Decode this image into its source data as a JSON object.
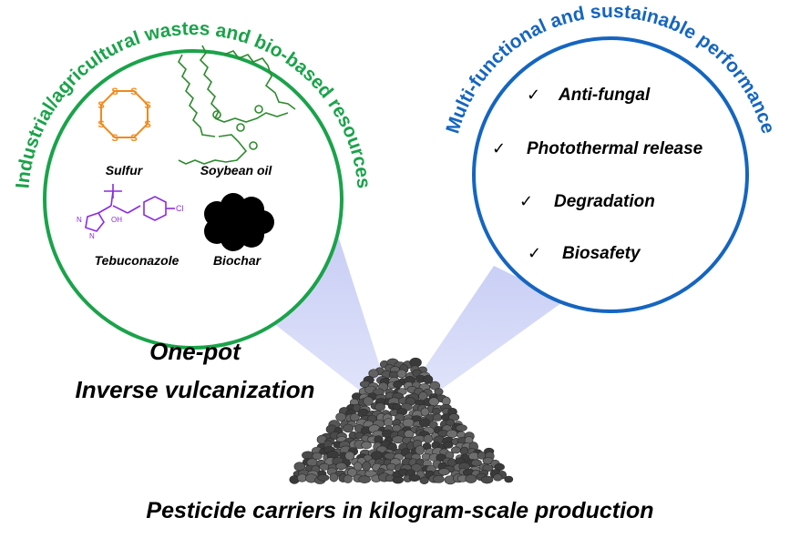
{
  "left_panel": {
    "arc_title": "Industrial/agricultural wastes and bio-based resources",
    "color": "#1aa34a",
    "items": [
      {
        "label": "Sulfur",
        "color": "#f08a1c"
      },
      {
        "label": "Soybean oil",
        "color": "#2e8b2e"
      },
      {
        "label": "Tebuconazole",
        "color": "#8a2be2"
      },
      {
        "label": "Biochar",
        "color": "#000000"
      }
    ],
    "sulfur_atom": "S",
    "tebuconazole_atoms": {
      "oh": "OH",
      "cl": "Cl",
      "n": "N"
    }
  },
  "right_panel": {
    "arc_title": "Multi-functional and sustainable performance",
    "color": "#1565c0",
    "check_mark": "✓",
    "items": [
      "Anti-fungal",
      "Photothermal release",
      "Degradation",
      "Biosafety"
    ]
  },
  "process": {
    "line1": "One-pot",
    "line2": "Inverse vulcanization"
  },
  "footer": "Pesticide carriers in kilogram-scale production",
  "colors": {
    "beam": "#c6ccf5",
    "pile": "#4a4a4a"
  }
}
